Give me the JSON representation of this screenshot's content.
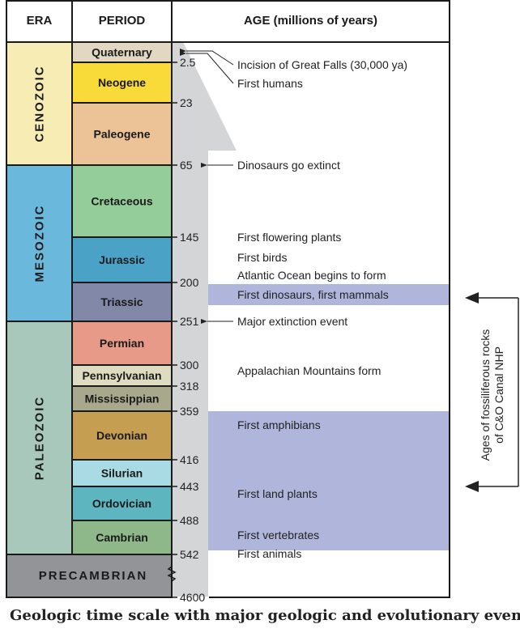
{
  "headers": {
    "era": "ERA",
    "period": "PERIOD",
    "age": "AGE (millions of years)"
  },
  "eras": [
    {
      "name": "CENOZOIC",
      "color": "#f6ecb4"
    },
    {
      "name": "MESOZOIC",
      "color": "#6ab8dc"
    },
    {
      "name": "PALEOZOIC",
      "color": "#a9c8bc"
    },
    {
      "name": "PRECAMBRIAN",
      "color": "#939497"
    }
  ],
  "periods": [
    {
      "name": "Quaternary",
      "color": "#e2d8c2"
    },
    {
      "name": "Neogene",
      "color": "#f8da38"
    },
    {
      "name": "Paleogene",
      "color": "#ebc396"
    },
    {
      "name": "Cretaceous",
      "color": "#94cc9a"
    },
    {
      "name": "Jurassic",
      "color": "#4aa3c7"
    },
    {
      "name": "Triassic",
      "color": "#8288a8"
    },
    {
      "name": "Permian",
      "color": "#e89a88"
    },
    {
      "name": "Pennsylvanian",
      "color": "#dedcc0"
    },
    {
      "name": "Mississippian",
      "color": "#a8a88c"
    },
    {
      "name": "Devonian",
      "color": "#c59e52"
    },
    {
      "name": "Silurian",
      "color": "#a9dbe4"
    },
    {
      "name": "Ordovician",
      "color": "#5db5c0"
    },
    {
      "name": "Cambrian",
      "color": "#8eb78a"
    }
  ],
  "ages": [
    "2.5",
    "23",
    "65",
    "145",
    "200",
    "251",
    "300",
    "318",
    "359",
    "416",
    "443",
    "488",
    "542",
    "4600"
  ],
  "events": [
    "Incision of Great Falls (30,000 ya)",
    "First humans",
    "Dinosaurs go extinct",
    "First flowering plants",
    "First birds",
    "Atlantic Ocean begins to form",
    "First dinosaurs, first mammals",
    "Major extinction event",
    "Appalachian Mountains form",
    "First amphibians",
    "First land plants",
    "First vertebrates",
    "First animals"
  ],
  "bracket_label": [
    "Ages of fossiliferous rocks",
    "of C&O Canal NHP"
  ],
  "caption": "Geologic time scale with major geologic and evolutionary events",
  "colors": {
    "highlight": "#b0b5dc",
    "timeline_gray": "#d4d5d7",
    "border": "#1a1a1a"
  }
}
